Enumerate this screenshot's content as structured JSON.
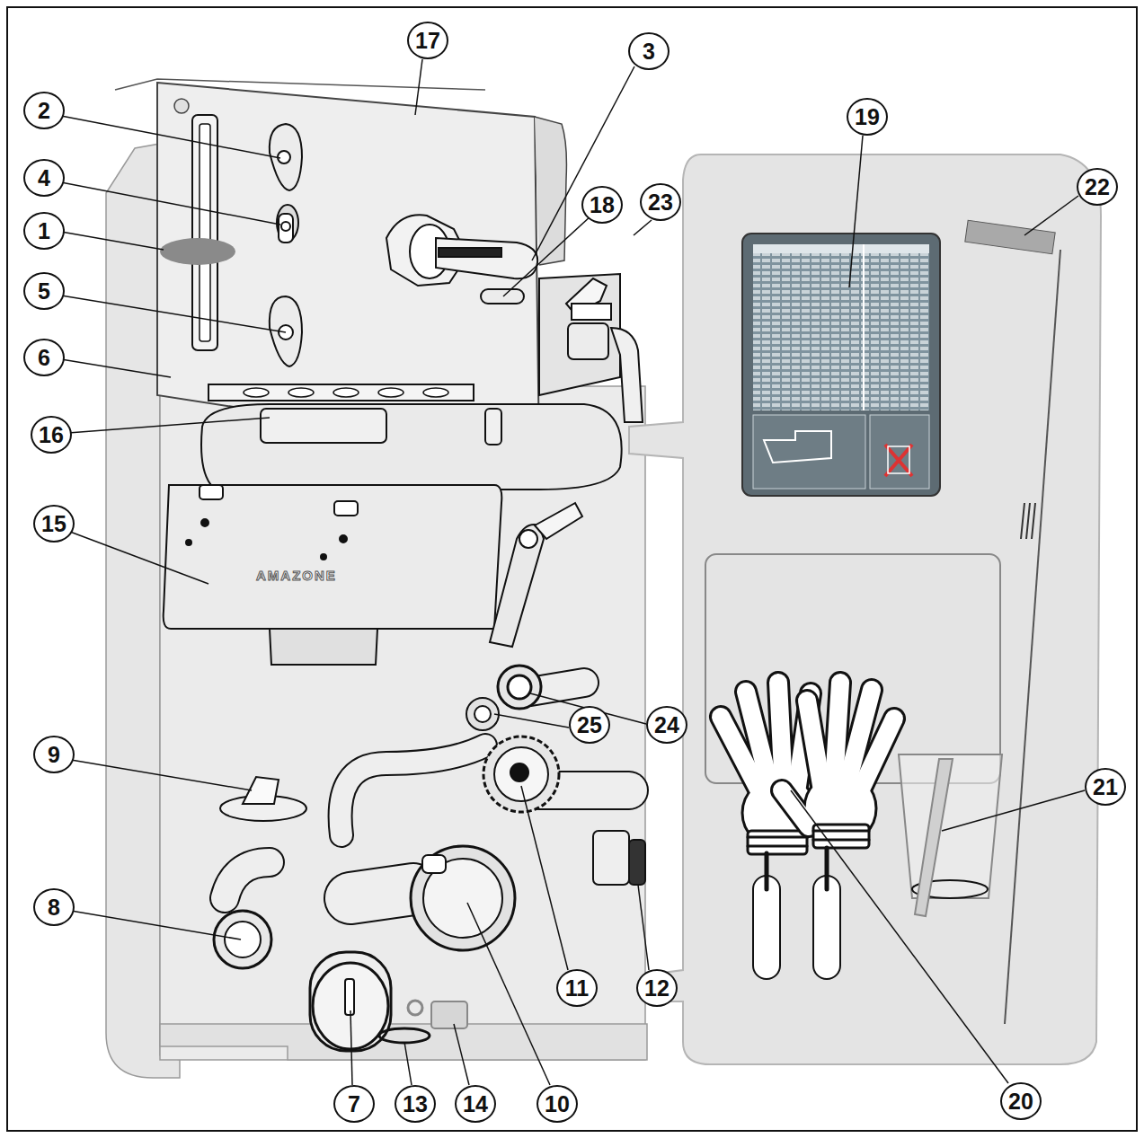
{
  "diagram": {
    "nodes": [
      {
        "text": [
          "17"
        ]
      },
      {
        "text": [
          "3"
        ]
      },
      {
        "text": [
          "2"
        ]
      },
      {
        "text": [
          "19"
        ]
      },
      {
        "text": [
          "4"
        ]
      },
      {
        "text": [
          "22"
        ]
      },
      {
        "text": [
          "18"
        ]
      },
      {
        "text": [
          "23"
        ]
      },
      {
        "text": [
          "1"
        ]
      },
      {
        "text": [
          "5"
        ]
      },
      {
        "text": [
          "6"
        ]
      },
      {
        "text": [
          "16"
        ]
      },
      {
        "text": [
          "15"
        ]
      },
      {
        "text": [
          "25"
        ]
      },
      {
        "text": [
          "24"
        ]
      },
      {
        "text": [
          "9"
        ]
      },
      {
        "text": [
          "21"
        ]
      },
      {
        "text": [
          "8"
        ]
      },
      {
        "text": [
          "11"
        ]
      },
      {
        "text": [
          "12"
        ]
      },
      {
        "text": [
          "7"
        ]
      },
      {
        "text": [
          "13"
        ]
      },
      {
        "text": [
          "14"
        ]
      },
      {
        "text": [
          "10"
        ]
      },
      {
        "text": [
          "20"
        ]
      }
    ],
    "labels": [
      "AMAZONE"
    ]
  }
}
